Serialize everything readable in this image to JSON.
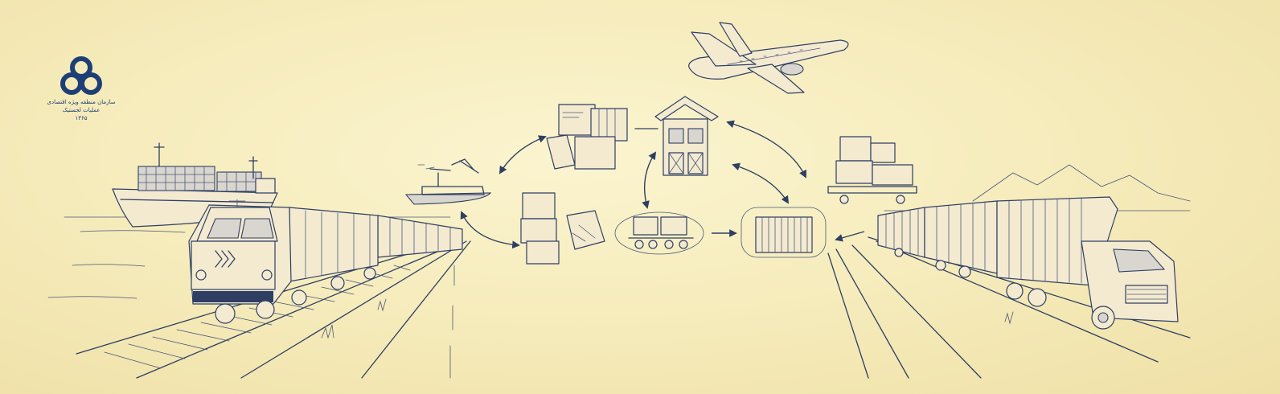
{
  "logo": {
    "line1": "سازمان منطقه ویژه اقتصادی",
    "line2": "عملیات لجستیک",
    "line3": "۱۳۶۵",
    "icon": "three-circle-emblem-icon",
    "color": "#1d3f75"
  },
  "palette": {
    "paper": "#f6ecbd",
    "ink": "#2e3f63"
  }
}
